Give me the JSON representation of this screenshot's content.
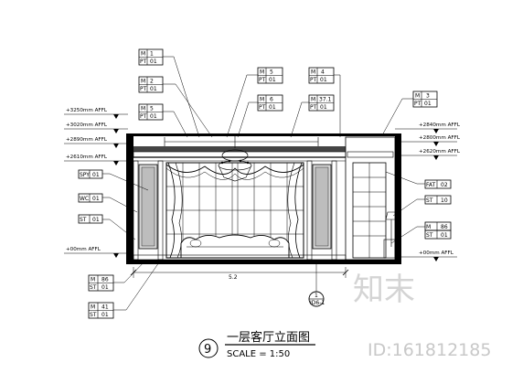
{
  "drawing": {
    "title": "一层客厅立面图",
    "scale": "SCALE = 1:50",
    "number": "9",
    "dim_center_text": "5.2",
    "section_mark": "1",
    "section_ref": "ID6-1"
  },
  "levels_left": [
    "+3250mm AFFL",
    "+3020mm AFFL",
    "+2890mm AFFL",
    "+2610mm AFFL",
    "+00mm AFFL"
  ],
  "levels_right": [
    "+2840mm AFFL",
    "+2800mm AFFL",
    "+2620mm AFFL",
    "+00mm AFFL"
  ],
  "top_tags": [
    {
      "code": "M",
      "num": "1",
      "sub": "PT",
      "subnum": "01"
    },
    {
      "code": "M",
      "num": "2",
      "sub": "PT",
      "subnum": "01"
    },
    {
      "code": "M",
      "num": "5",
      "sub": "PT",
      "subnum": "01"
    },
    {
      "code": "M",
      "num": "5",
      "sub": "PT",
      "subnum": "01"
    },
    {
      "code": "M",
      "num": "4",
      "sub": "PT",
      "subnum": "01"
    },
    {
      "code": "M",
      "num": "6",
      "sub": "PT",
      "subnum": "01"
    },
    {
      "code": "M",
      "num": "37.1",
      "sub": "PT",
      "subnum": "01"
    },
    {
      "code": "M",
      "num": "3",
      "sub": "PT",
      "subnum": "01"
    }
  ],
  "left_tags": [
    {
      "code": "SPY",
      "num": "01"
    },
    {
      "code": "WC",
      "num": "01"
    },
    {
      "code": "ST",
      "num": "01"
    }
  ],
  "right_tags": [
    {
      "code": "FAT",
      "num": "02"
    },
    {
      "code": "ST",
      "num": "10"
    },
    {
      "code": "M",
      "num": "86"
    },
    {
      "code": "ST",
      "num": "01"
    }
  ],
  "bottom_tags": [
    {
      "code": "M",
      "num": "86",
      "sub": "ST",
      "subnum": "01"
    },
    {
      "code": "M",
      "num": "41",
      "sub": "ST",
      "subnum": "01"
    }
  ],
  "watermark": {
    "logo": "知末",
    "id": "ID:161812185"
  }
}
